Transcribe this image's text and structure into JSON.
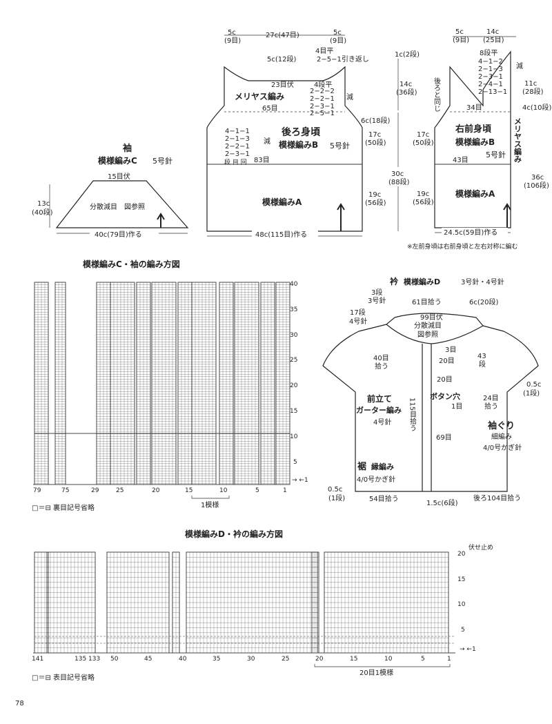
{
  "page_number": "78",
  "sleeve": {
    "title": "袖",
    "pattern": "模様編みC",
    "needle": "5号針",
    "top_bind": "15目伏",
    "height_cm": "13c",
    "height_rows": "(40段)",
    "decrease_note": "分散減目　図参照",
    "bottom": "40c(79目)作る"
  },
  "back": {
    "top_left": "5c",
    "top_left_st": "(9目)",
    "top_mid": "27c(47目)",
    "top_right": "5c",
    "top_right_st": "(9目)",
    "neck_depth": "5c(12段)",
    "neck_flat": "4目平",
    "neck_dec": "2−5−1引き返し",
    "bind": "23目伏",
    "flat4": "4段平",
    "dec_rows": [
      "2−2−2",
      "2−2−1",
      "2−3−1",
      "2−5−1"
    ],
    "dec_label": "減",
    "stockinette": "メリヤス編み",
    "st65": "65目",
    "title": "後ろ身頃",
    "pattern_b": "模様編みB",
    "needle": "5号針",
    "arm_rows": [
      "4−1−1",
      "2−1−3",
      "2−2−1",
      "2−3−1"
    ],
    "arm_dec": "減",
    "arm_header": "段 目 回",
    "st83": "83目",
    "pattern_a": "模様編みA",
    "bottom": "48c(115目)作る",
    "yoke_cm": "6c(18段)",
    "upper_cm": "17c",
    "upper_rows": "(50段)",
    "total_cm": "30c",
    "total_rows": "(88段)",
    "lower_cm": "19c",
    "lower_rows": "(56段)"
  },
  "front": {
    "top_left": "5c",
    "top_left_st": "(9目)",
    "top_right": "14c",
    "top_right_st": "(25目)",
    "shoulder_cm": "1c(2段)",
    "neck_cm": "14c",
    "neck_rows": "(36段)",
    "same_as_back": "後ろと同じ",
    "flat8": "8段平",
    "dec_rows": [
      "4−1−2",
      "2−1−3",
      "2−3−1",
      "2−4−1",
      "2−13−1"
    ],
    "dec_label": "減",
    "right_top_cm": "11c",
    "right_top_rows": "(28段)",
    "right_yoke": "4c(10段)",
    "st34": "34目",
    "stockinette_v": "メリヤス編み",
    "title": "右前身頃",
    "pattern_b": "模様編みB",
    "needle": "5号針",
    "st43": "43目",
    "upper_cm": "17c",
    "upper_rows": "(50段)",
    "lower_cm": "19c",
    "lower_rows": "(56段)",
    "total_cm": "36c",
    "total_rows": "(106段)",
    "pattern_a": "模様編みA",
    "bottom": "24.5c(59目)作る",
    "note": "※左前身頃は右前身頃と左右対称に編む"
  },
  "chart_c": {
    "title": "模様編みC・袖の編み方図",
    "row_labels": [
      "40",
      "35",
      "30",
      "25",
      "20",
      "15",
      "10",
      "5"
    ],
    "col_labels": [
      "79",
      "75",
      "29",
      "25",
      "20",
      "15",
      "10",
      "5",
      "1"
    ],
    "repeat": "1模様",
    "legend": "□＝⊟ 裏目記号省略",
    "arrows": "→ ←1"
  },
  "collar": {
    "title": "衿",
    "pattern": "模様編みD",
    "needle": "3号針・4号針",
    "rows3": "3段",
    "needle3": "3号針",
    "rows17": "17段",
    "needle4": "4号針",
    "pickup61": "61目拾う",
    "bind99": "99目伏",
    "collar_cm": "6c(20段)",
    "dist_dec": "分散減目",
    "see_chart": "図参照",
    "st3": "3目",
    "st20a": "20目",
    "st20b": "20目",
    "pick40": "40目",
    "pick40b": "拾う",
    "rows43": "43",
    "rows43b": "段",
    "band_title": "前立て",
    "band_pattern": "ガーター編み",
    "band_needle": "4号針",
    "pick115": "115目拾う",
    "buttonhole": "ボタン穴",
    "buttonhole_n": "1目",
    "st69": "69目",
    "arm_cm": "0.5c",
    "arm_rows": "(1段)",
    "pick24": "24目",
    "pick24b": "拾う",
    "armhole": "袖ぐり",
    "armhole_pattern": "細編み",
    "armhole_needle": "4/0号かぎ針",
    "hem": "裾",
    "hem_pattern": "縁編み",
    "hem_needle": "4/0号かぎ針",
    "hem_cm": "0.5c",
    "hem_rows": "(1段)",
    "pick54": "54目拾う",
    "band_cm": "1.5c(6段)",
    "pick104": "後ろ104目拾う"
  },
  "chart_d": {
    "title": "模様編みD・衿の編み方図",
    "bind_off": "伏せ止め",
    "row_labels": [
      "20",
      "15",
      "10",
      "5"
    ],
    "col_labels": [
      "141",
      "135",
      "133",
      "50",
      "45",
      "40",
      "35",
      "30",
      "25",
      "20",
      "15",
      "10",
      "5",
      "1"
    ],
    "repeat": "20目1模様",
    "legend": "□＝⊟ 表目記号省略",
    "arrows": "→ ←1"
  }
}
